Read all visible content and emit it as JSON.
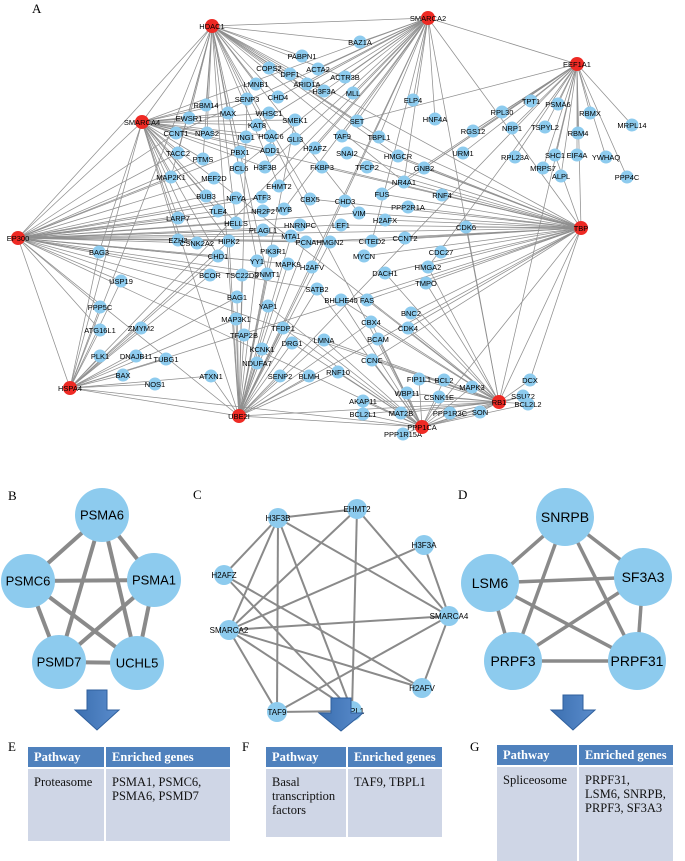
{
  "panels": {
    "a": "A",
    "b": "B",
    "c": "C",
    "d": "D",
    "e": "E",
    "f": "F",
    "g": "G"
  },
  "colors": {
    "hub": "#ee2a24",
    "node": "#8dcbee",
    "edge": "#8f8f8f"
  },
  "network_a": {
    "hubs": [
      "HDAC1",
      "SMARCA2",
      "EEF1A1",
      "SMARCA4",
      "EP300",
      "TBP",
      "HSPA4",
      "RB1",
      "UBE2I",
      "PPP1CA"
    ],
    "nodes": [
      "PABPN1",
      "BAZ1A",
      "COPS2",
      "DPF1",
      "ACTA2",
      "LMNB1",
      "ARID1A",
      "ACTR3B",
      "SENP3",
      "CHD4",
      "H3F3A",
      "MLL",
      "MAX",
      "WHSC1",
      "SMEK1",
      "RBM14",
      "KAT8",
      "EWSR1",
      "GLI3",
      "SET",
      "TBPL1",
      "ELP4",
      "HNF4A",
      "RPL30",
      "TPT1",
      "PSMA6",
      "RBMX",
      "NPAS2",
      "ING1",
      "HDAC6",
      "TAF9",
      "HMGCR",
      "RGS12",
      "NRP1",
      "TSPYL2",
      "RBM4",
      "MRPL14",
      "CCNT1",
      "PBX1",
      "ADD1",
      "H2AFZ",
      "GNB2",
      "URM1",
      "RPL23A",
      "SHC1",
      "EIF4A",
      "YWHAQ",
      "TACC2",
      "PTMS",
      "BCL6",
      "H3F3B",
      "SNAI2",
      "NR4A1",
      "MRPS7",
      "ALPL",
      "PPP4C",
      "MAP2K1",
      "MEF2D",
      "EHMT2",
      "FKBP3",
      "TFCP2",
      "RNF4",
      "BUB3",
      "NFYA",
      "ATF3",
      "CBX5",
      "CHD3",
      "FUS",
      "PPP2R1A",
      "LARP7",
      "TLE4",
      "HELLS",
      "NR2F2",
      "MYB",
      "HNRNPC",
      "VIM",
      "LEF1",
      "H2AFX",
      "CDK6",
      "EZH2",
      "CSNK2A2",
      "HIPK2",
      "PLAGL1",
      "MTA1",
      "PCNA",
      "HMGN2",
      "CITED2",
      "CCNT2",
      "CDC27",
      "BAG3",
      "CHD1",
      "PIK3R1",
      "H2AFV",
      "MYCN",
      "DACH1",
      "HMGA2",
      "USP19",
      "BCOR",
      "TSC22D3",
      "YY1",
      "MAPK9",
      "SATB2",
      "BHLHE40",
      "FAS",
      "TMPO",
      "PPP5C",
      "DNMT1",
      "BAG1",
      "YAP1",
      "CBX4",
      "BNC2",
      "CDK4",
      "ATG16L1",
      "ZMYM2",
      "MAP3K1",
      "TFDP1",
      "LMNA",
      "BCAM",
      "TFAP2B",
      "KCNK1",
      "DRG1",
      "PLK1",
      "DNAJB11",
      "TUBG1",
      "NDUFA7",
      "CCNC",
      "BAX",
      "NOS1",
      "ATXN1",
      "SENP2",
      "BLMH",
      "RNF10",
      "FIP1L1",
      "BCL2",
      "MAPK3",
      "DCX",
      "WBP11",
      "CSNK1E",
      "SSU72",
      "AKAP11",
      "PPP1R3C",
      "BCL2L2",
      "MAT2B",
      "SON",
      "BCL2L1",
      "PPP1R15A"
    ]
  },
  "network_b": {
    "nodes": [
      "PSMA6",
      "PSMA1",
      "UCHL5",
      "PSMD7",
      "PSMC6"
    ]
  },
  "network_c": {
    "nodes": [
      "H3F3B",
      "EHMT2",
      "H3F3A",
      "SMARCA4",
      "H2AFV",
      "TBPL1",
      "TAF9",
      "SMARCA2",
      "H2AFZ"
    ]
  },
  "network_d": {
    "nodes": [
      "SNRPB",
      "SF3A3",
      "PRPF31",
      "PRPF3",
      "LSM6"
    ]
  },
  "table_e": {
    "header": [
      "Pathway",
      "Enriched genes"
    ],
    "pathway": "Proteasome",
    "genes": "PSMA1, PSMC6, PSMA6, PSMD7"
  },
  "table_f": {
    "header": [
      "Pathway",
      "Enriched genes"
    ],
    "pathway": "Basal transcription factors",
    "genes": "TAF9, TBPL1"
  },
  "table_g": {
    "header": [
      "Pathway",
      "Enriched genes"
    ],
    "pathway": "Spliceosome",
    "genes": "PRPF31, LSM6, SNRPB, PRPF3, SF3A3"
  }
}
